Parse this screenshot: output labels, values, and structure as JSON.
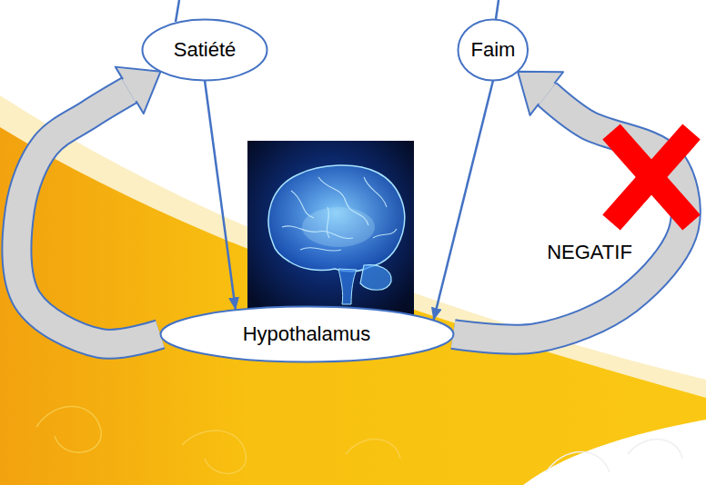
{
  "diagram": {
    "nodes": [
      {
        "text": [
          "Satiété"
        ]
      },
      {
        "text": [
          "Faim"
        ]
      },
      {
        "text": [
          "Hypothalamus"
        ]
      }
    ],
    "edges": [
      {
        "from": 0,
        "to": 2,
        "arrow": "to"
      },
      {
        "from": 1,
        "to": 2,
        "arrow": "to"
      },
      {
        "from": 2,
        "to": 0,
        "arrow": "to"
      },
      {
        "from": 2,
        "to": 1,
        "label": "NEGATIF",
        "arrow": "to"
      }
    ]
  }
}
